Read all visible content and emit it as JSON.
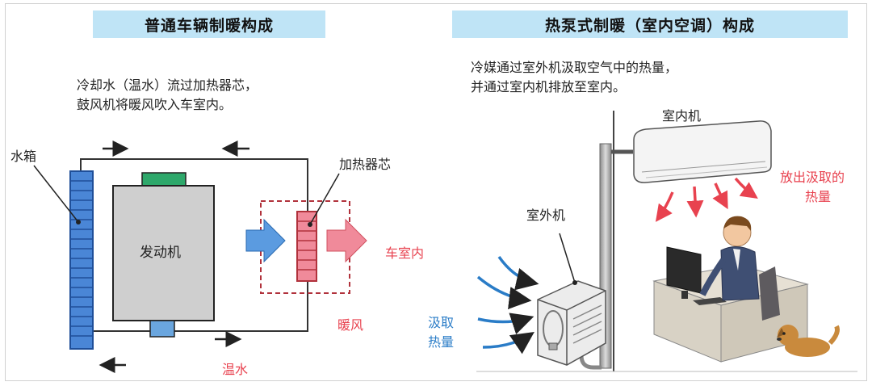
{
  "left": {
    "title": "普通车辆制暖构成",
    "desc_line1": "冷却水（温水）流过加热器芯，",
    "desc_line2": "鼓风机将暖风吹入车室内。",
    "label_radiator": "水箱",
    "label_engine": "发动机",
    "label_heater_core": "加热器芯",
    "label_cabin": "车室内",
    "label_warm_air": "暖风",
    "label_warm_water": "温水"
  },
  "right": {
    "title": "热泵式制暖（室内空调）构成",
    "desc_line1": "冷媒通过室外机汲取空气中的热量，",
    "desc_line2": "并通过室内机排放至室内。",
    "label_indoor_unit": "室内机",
    "label_outdoor_unit": "室外机",
    "label_release_line1": "放出汲取的",
    "label_release_line2": "热量",
    "label_absorb_line1": "汲取",
    "label_absorb_line2": "热量"
  },
  "colors": {
    "title_bg": "#bfe4f6",
    "accent_red": "#e8424f",
    "accent_blue": "#2a7cc7",
    "radiator_blue": "#4a86d6",
    "heater_pink": "#f08a9a"
  }
}
